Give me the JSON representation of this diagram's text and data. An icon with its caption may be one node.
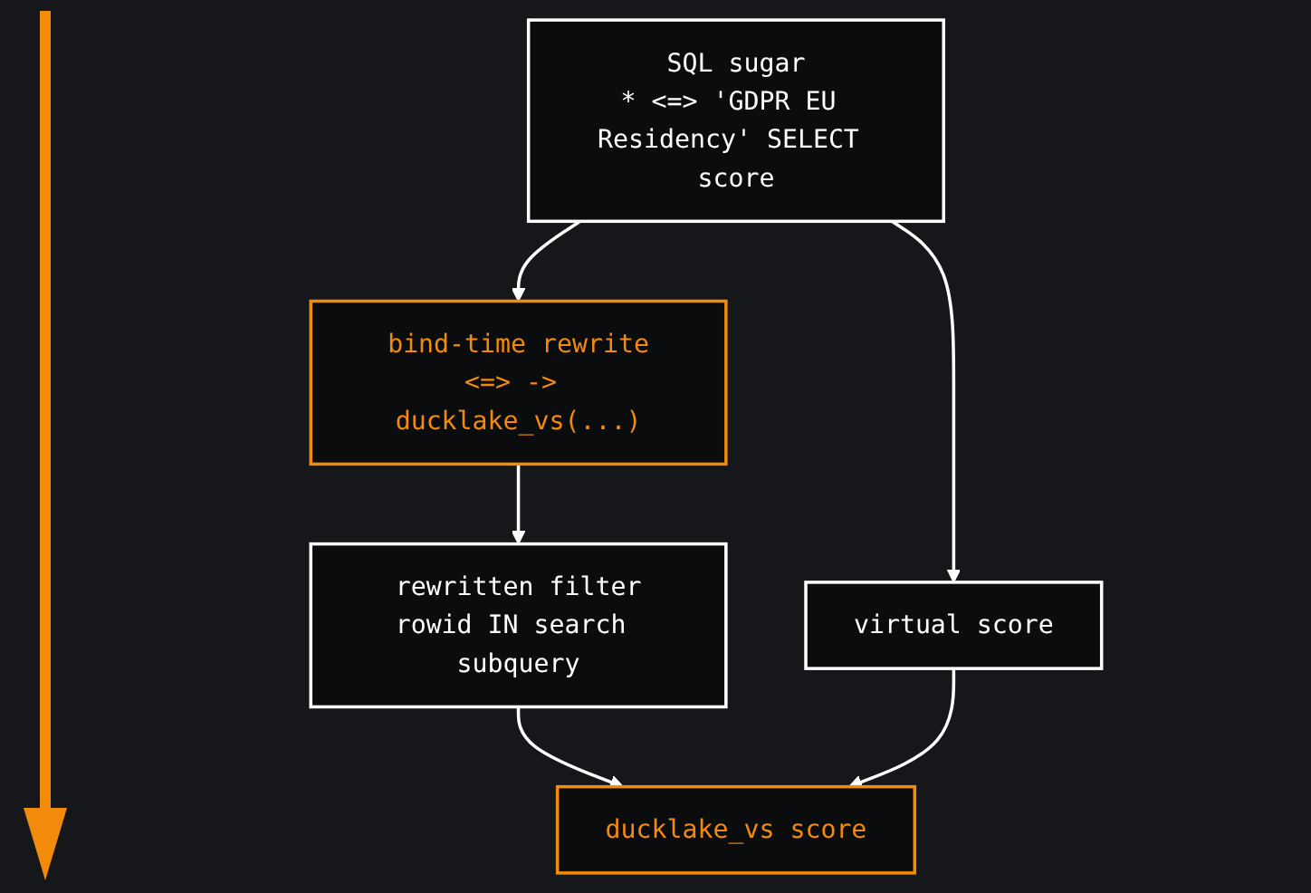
{
  "diagram": {
    "nodes": [
      {
        "text": [
          "SQL sugar",
          "* <=> 'GDPR EU Residency' SELECT score"
        ]
      },
      {
        "text": [
          "bind-time rewrite",
          "<=> -> ducklake_vs(...)"
        ]
      },
      {
        "text": [
          "virtual score"
        ]
      },
      {
        "text": [
          "rewritten filter",
          "rowid IN search subquery"
        ]
      },
      {
        "text": [
          "ducklake_vs score"
        ]
      }
    ],
    "edges": [
      {
        "from": 0,
        "to": 1,
        "arrow": "to"
      },
      {
        "from": 0,
        "to": 2,
        "arrow": "to"
      },
      {
        "from": 1,
        "to": 3,
        "arrow": "to"
      },
      {
        "from": 3,
        "to": 4,
        "arrow": "to"
      },
      {
        "from": 2,
        "to": 4,
        "arrow": "to"
      }
    ]
  }
}
